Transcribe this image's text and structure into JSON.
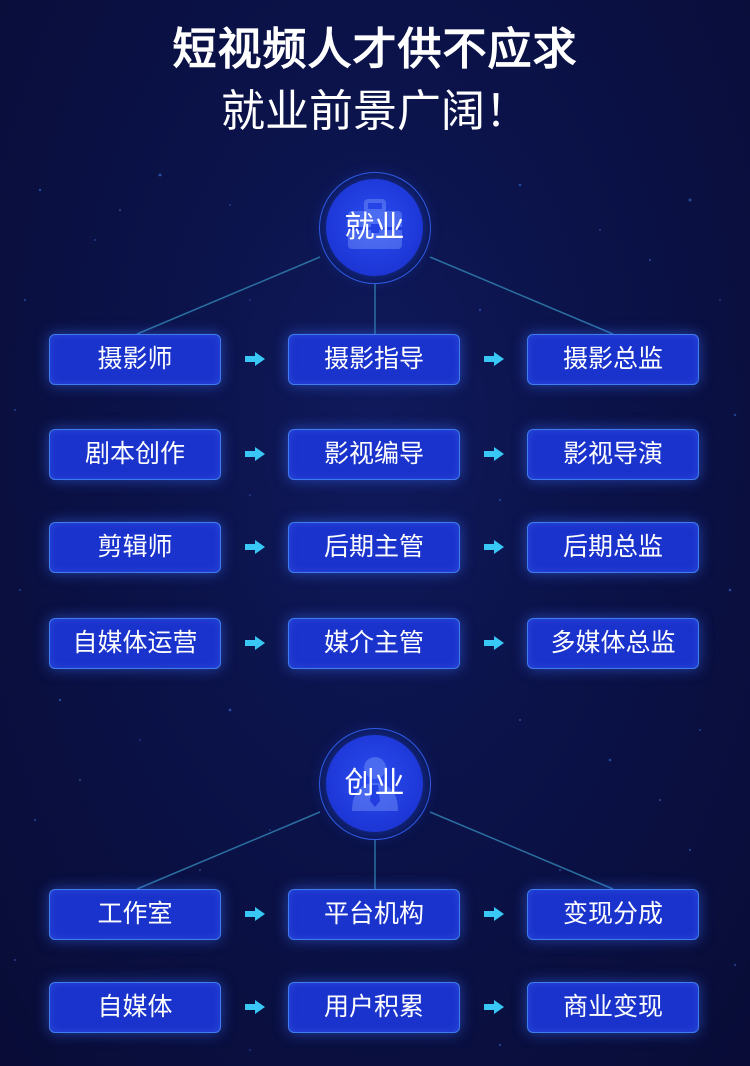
{
  "title": {
    "line1": "短视频人才供不应求",
    "line2": "就业前景广阔！"
  },
  "sections": [
    {
      "hub_label": "就业",
      "hub_icon": "briefcase-icon",
      "rows": [
        [
          "摄影师",
          "摄影指导",
          "摄影总监"
        ],
        [
          "剧本创作",
          "影视编导",
          "影视导演"
        ],
        [
          "剪辑师",
          "后期主管",
          "后期总监"
        ],
        [
          "自媒体运营",
          "媒介主管",
          "多媒体总监"
        ]
      ]
    },
    {
      "hub_label": "创业",
      "hub_icon": "person-icon",
      "rows": [
        [
          "工作室",
          "平台机构",
          "变现分成"
        ],
        [
          "自媒体",
          "用户积累",
          "商业变现"
        ]
      ]
    }
  ],
  "colors": {
    "background": "#0b1248",
    "box_fill": "#1a33cc",
    "box_border": "#3f7cf0",
    "arrow": "#39c8f5",
    "connector": "#2a6fa0"
  }
}
